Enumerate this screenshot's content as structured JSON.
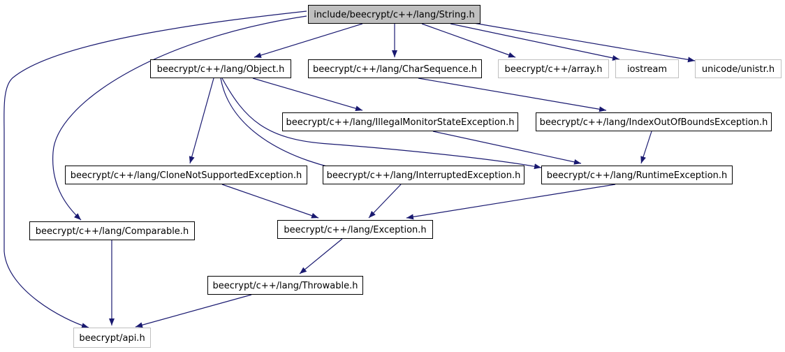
{
  "diagram": {
    "type": "include-dependency-graph",
    "colors": {
      "edge": "#191970",
      "root_fill": "#bfbfbf",
      "box_border": "#000000",
      "external_border": "#bfbfbf",
      "text": "#000000",
      "external_text": "#000000"
    },
    "nodes": [
      {
        "id": "string_h",
        "label": "include/beecrypt/c++/lang/String.h",
        "kind": "root"
      },
      {
        "id": "object_h",
        "label": "beecrypt/c++/lang/Object.h",
        "kind": "normal"
      },
      {
        "id": "charsequence_h",
        "label": "beecrypt/c++/lang/CharSequence.h",
        "kind": "normal"
      },
      {
        "id": "array_h",
        "label": "beecrypt/c++/array.h",
        "kind": "external"
      },
      {
        "id": "iostream",
        "label": "iostream",
        "kind": "external"
      },
      {
        "id": "unistr_h",
        "label": "unicode/unistr.h",
        "kind": "external"
      },
      {
        "id": "illegalmonitor_h",
        "label": "beecrypt/c++/lang/IllegalMonitorStateException.h",
        "kind": "normal"
      },
      {
        "id": "indexoutofbounds_h",
        "label": "beecrypt/c++/lang/IndexOutOfBoundsException.h",
        "kind": "normal"
      },
      {
        "id": "clonenotsupported_h",
        "label": "beecrypt/c++/lang/CloneNotSupportedException.h",
        "kind": "normal"
      },
      {
        "id": "interrupted_h",
        "label": "beecrypt/c++/lang/InterruptedException.h",
        "kind": "normal"
      },
      {
        "id": "runtime_h",
        "label": "beecrypt/c++/lang/RuntimeException.h",
        "kind": "normal"
      },
      {
        "id": "comparable_h",
        "label": "beecrypt/c++/lang/Comparable.h",
        "kind": "normal"
      },
      {
        "id": "exception_h",
        "label": "beecrypt/c++/lang/Exception.h",
        "kind": "normal"
      },
      {
        "id": "throwable_h",
        "label": "beecrypt/c++/lang/Throwable.h",
        "kind": "normal"
      },
      {
        "id": "api_h",
        "label": "beecrypt/api.h",
        "kind": "external"
      }
    ],
    "edges": [
      {
        "from": "string_h",
        "to": "object_h"
      },
      {
        "from": "string_h",
        "to": "charsequence_h"
      },
      {
        "from": "string_h",
        "to": "array_h"
      },
      {
        "from": "string_h",
        "to": "iostream"
      },
      {
        "from": "string_h",
        "to": "unistr_h"
      },
      {
        "from": "string_h",
        "to": "comparable_h"
      },
      {
        "from": "string_h",
        "to": "api_h"
      },
      {
        "from": "object_h",
        "to": "illegalmonitor_h"
      },
      {
        "from": "object_h",
        "to": "clonenotsupported_h"
      },
      {
        "from": "object_h",
        "to": "interrupted_h"
      },
      {
        "from": "object_h",
        "to": "runtime_h"
      },
      {
        "from": "charsequence_h",
        "to": "indexoutofbounds_h"
      },
      {
        "from": "illegalmonitor_h",
        "to": "runtime_h"
      },
      {
        "from": "indexoutofbounds_h",
        "to": "runtime_h"
      },
      {
        "from": "clonenotsupported_h",
        "to": "exception_h"
      },
      {
        "from": "interrupted_h",
        "to": "exception_h"
      },
      {
        "from": "runtime_h",
        "to": "exception_h"
      },
      {
        "from": "comparable_h",
        "to": "api_h"
      },
      {
        "from": "exception_h",
        "to": "throwable_h"
      },
      {
        "from": "throwable_h",
        "to": "api_h"
      }
    ]
  }
}
